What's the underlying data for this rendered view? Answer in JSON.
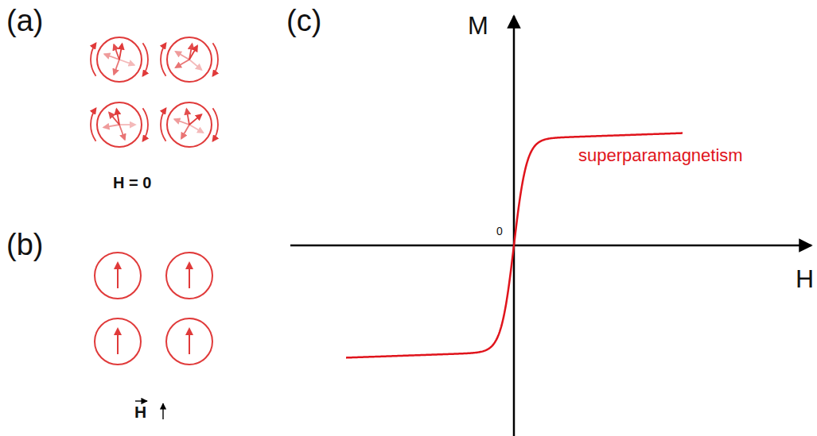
{
  "diagram": {
    "labels": [
      "(a)",
      "(c)",
      "M",
      "superparamagnetism",
      "H = 0",
      "0",
      "(b)",
      "H",
      "H"
    ]
  }
}
